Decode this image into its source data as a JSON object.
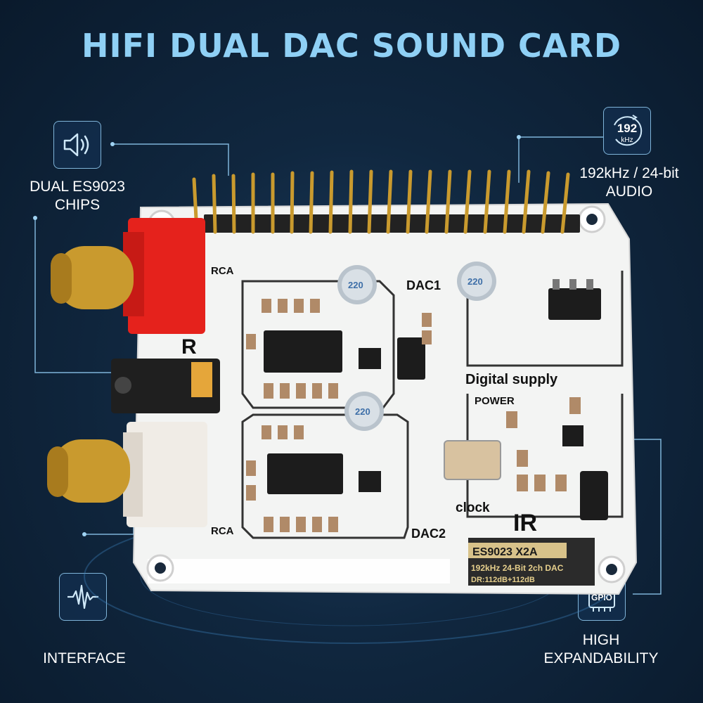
{
  "title": "HIFI DUAL DAC SOUND CARD",
  "features": {
    "chips": {
      "label_line1": "DUAL ES9023",
      "label_line2": "CHIPS",
      "icon": "speaker-icon"
    },
    "audio": {
      "label_line1": "192kHz / 24-bit",
      "label_line2": "AUDIO",
      "icon_text_top": "192",
      "icon_text_bottom": "kHz",
      "icon": "sample-rate-icon"
    },
    "interface": {
      "label": "INTERFACE",
      "icon": "waveform-icon"
    },
    "expand": {
      "label_line1": "HIGH",
      "label_line2": "EXPANDABILITY",
      "icon_text": "GPIO",
      "icon": "gpio-chip-icon"
    }
  },
  "board": {
    "rca_top": "RCA",
    "rca_bottom": "RCA",
    "r_label": "R",
    "dac1": "DAC1",
    "dac2": "DAC2",
    "digital_supply": "Digital supply",
    "power": "POWER",
    "clock": "clock",
    "ir": "IR",
    "model": "ES9023 X2A",
    "spec": "192kHz 24-Bit 2ch DAC",
    "dr": "DR:112dB+112dB",
    "cap_text": "220"
  },
  "colors": {
    "title": "#8fd0f5",
    "accent_line": "#7fb4d9",
    "board": "#f4f5f4",
    "rca_red": "#e5221c",
    "gold": "#c99a2e"
  }
}
